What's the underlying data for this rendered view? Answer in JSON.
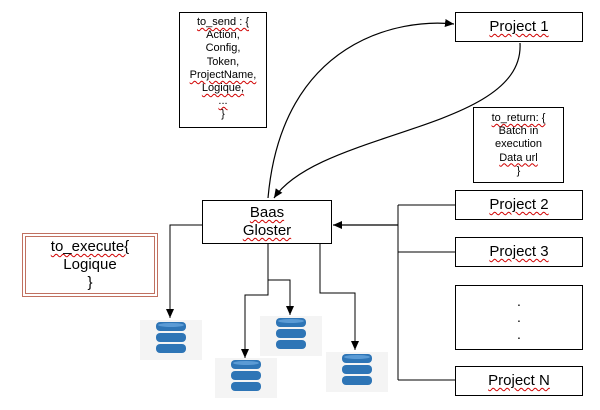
{
  "to_send": {
    "lines": [
      "to_send : {",
      "Action,",
      "Config,",
      "Token,",
      "ProjectName,",
      "Logique,",
      "...",
      "}"
    ]
  },
  "to_return": {
    "lines": [
      "to_return: {",
      "Batch in",
      "execution",
      "Data url",
      "}"
    ]
  },
  "baas": {
    "line1": "Baas",
    "line2": "Gloster"
  },
  "to_execute": {
    "lines": [
      "to_execute{",
      "Logique",
      "}"
    ]
  },
  "projects": {
    "p1": "Project 1",
    "p2": "Project 2",
    "p3": "Project 3",
    "pN": "Project N"
  },
  "ellipsis": {
    "d1": ".",
    "d2": ".",
    "d3": "."
  },
  "colors": {
    "database": "#2e75b6",
    "database_light": "#5b9bd5",
    "to_execute_border": "#c07060"
  },
  "databases": [
    {
      "icon": "database-icon"
    },
    {
      "icon": "database-icon"
    },
    {
      "icon": "database-icon"
    },
    {
      "icon": "database-icon"
    },
    {
      "icon": "database-icon"
    }
  ]
}
